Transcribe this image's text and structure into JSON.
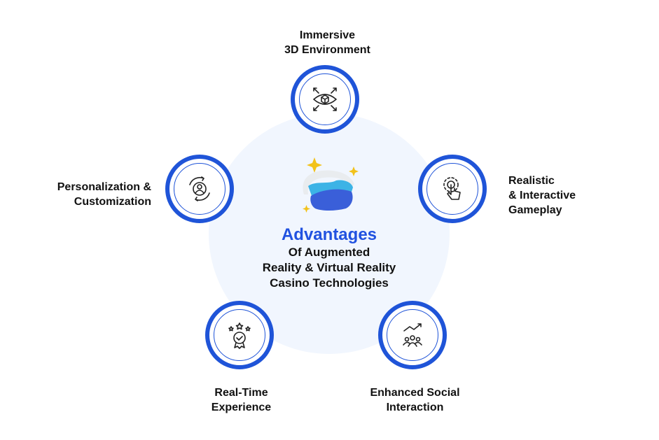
{
  "center": {
    "title": "Advantages",
    "subtitle_lines": [
      "Of Augmented",
      "Reality & Virtual Reality",
      "Casino Technologies"
    ]
  },
  "nodes": [
    {
      "label_lines": [
        "Immersive",
        "3D Environment"
      ],
      "icon": "eye-cube-icon"
    },
    {
      "label_lines": [
        "Realistic",
        "& Interactive",
        "Gameplay"
      ],
      "icon": "touch-hand-icon"
    },
    {
      "label_lines": [
        "Enhanced Social",
        "Interaction"
      ],
      "icon": "team-growth-icon"
    },
    {
      "label_lines": [
        "Real-Time",
        "Experience"
      ],
      "icon": "award-badge-icon"
    },
    {
      "label_lines": [
        "Personalization &",
        "Customization"
      ],
      "icon": "user-cycle-icon"
    }
  ],
  "colors": {
    "accent": "#1f54d8",
    "title": "#2152e0",
    "background_circle": "#f1f6fe"
  }
}
